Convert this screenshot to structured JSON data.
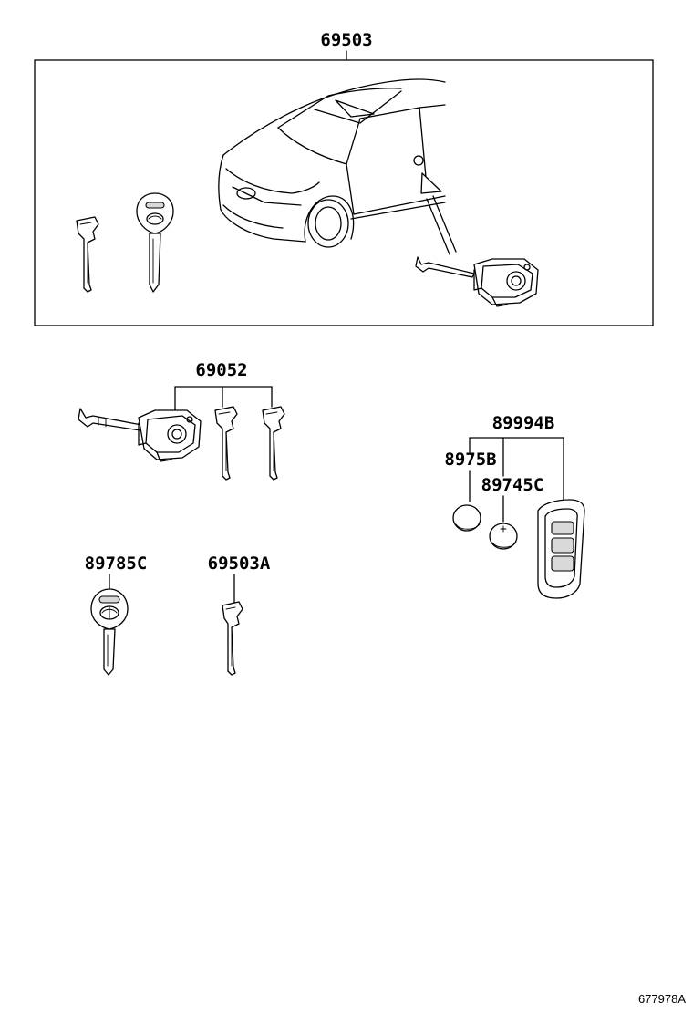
{
  "parts": {
    "kit": "69503",
    "cylinder_set": "69052",
    "transmitter": "89994B",
    "battery_a": "8975B",
    "battery_b": "89745C",
    "master_key": "89785C",
    "blank_key": "69503A"
  },
  "diagram_ref": "677978A"
}
